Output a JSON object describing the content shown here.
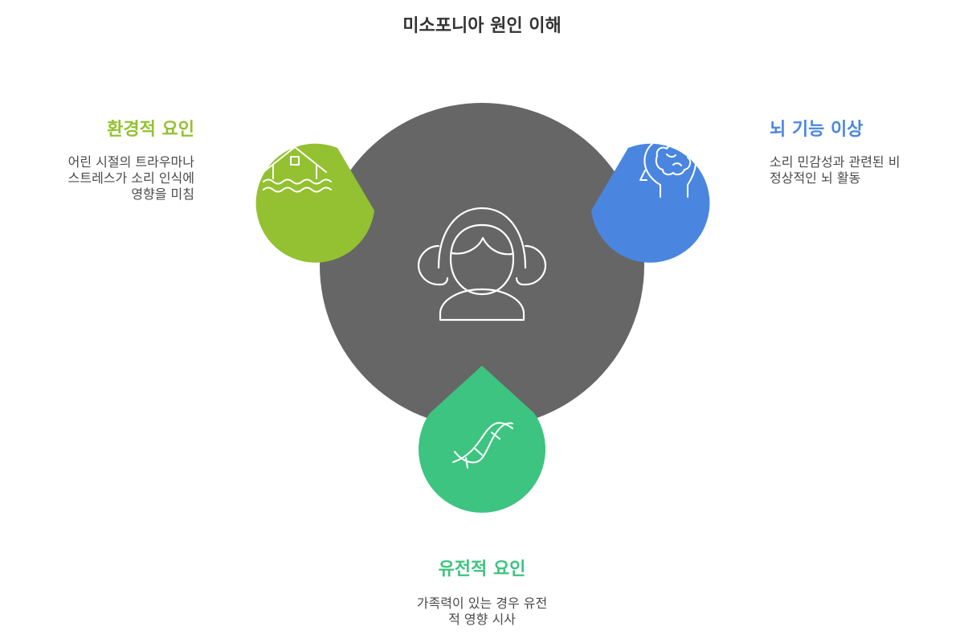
{
  "title": "미소포니아 원인 이해",
  "colors": {
    "center": "#666666",
    "environmental": "#93c131",
    "brain": "#4a86e0",
    "genetic": "#3dc480",
    "icon_stroke": "#ffffff"
  },
  "factors": {
    "environmental": {
      "heading": "환경적 요인",
      "description_lines": [
        "어린 시절의 트라우마나",
        "스트레스가 소리 인식에",
        "영향을 미침"
      ],
      "icon": "flooded-house-icon"
    },
    "brain": {
      "heading": "뇌 기능 이상",
      "description_lines": [
        "소리 민감성과 관련된 비",
        "정상적인 뇌 활동"
      ],
      "icon": "brain-head-icon"
    },
    "genetic": {
      "heading": "유전적 요인",
      "description_lines": [
        "가족력이 있는 경우 유전",
        "적 영향 시사"
      ],
      "icon": "dna-icon"
    }
  },
  "center_icon": "person-headphones-icon"
}
